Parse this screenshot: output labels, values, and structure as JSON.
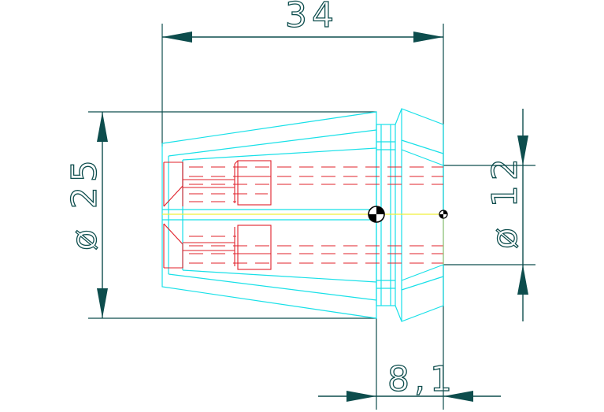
{
  "drawing": {
    "dimensions": {
      "length_total": "34",
      "diameter_outer": "ø 25",
      "diameter_bore": "ø 12",
      "head_length": "8,1"
    },
    "colors": {
      "dimension": "#0d4d4d",
      "outline": "#18e0e8",
      "hidden": "#e0202a",
      "axis": "#f1f13a",
      "background": "#ffffff"
    }
  }
}
